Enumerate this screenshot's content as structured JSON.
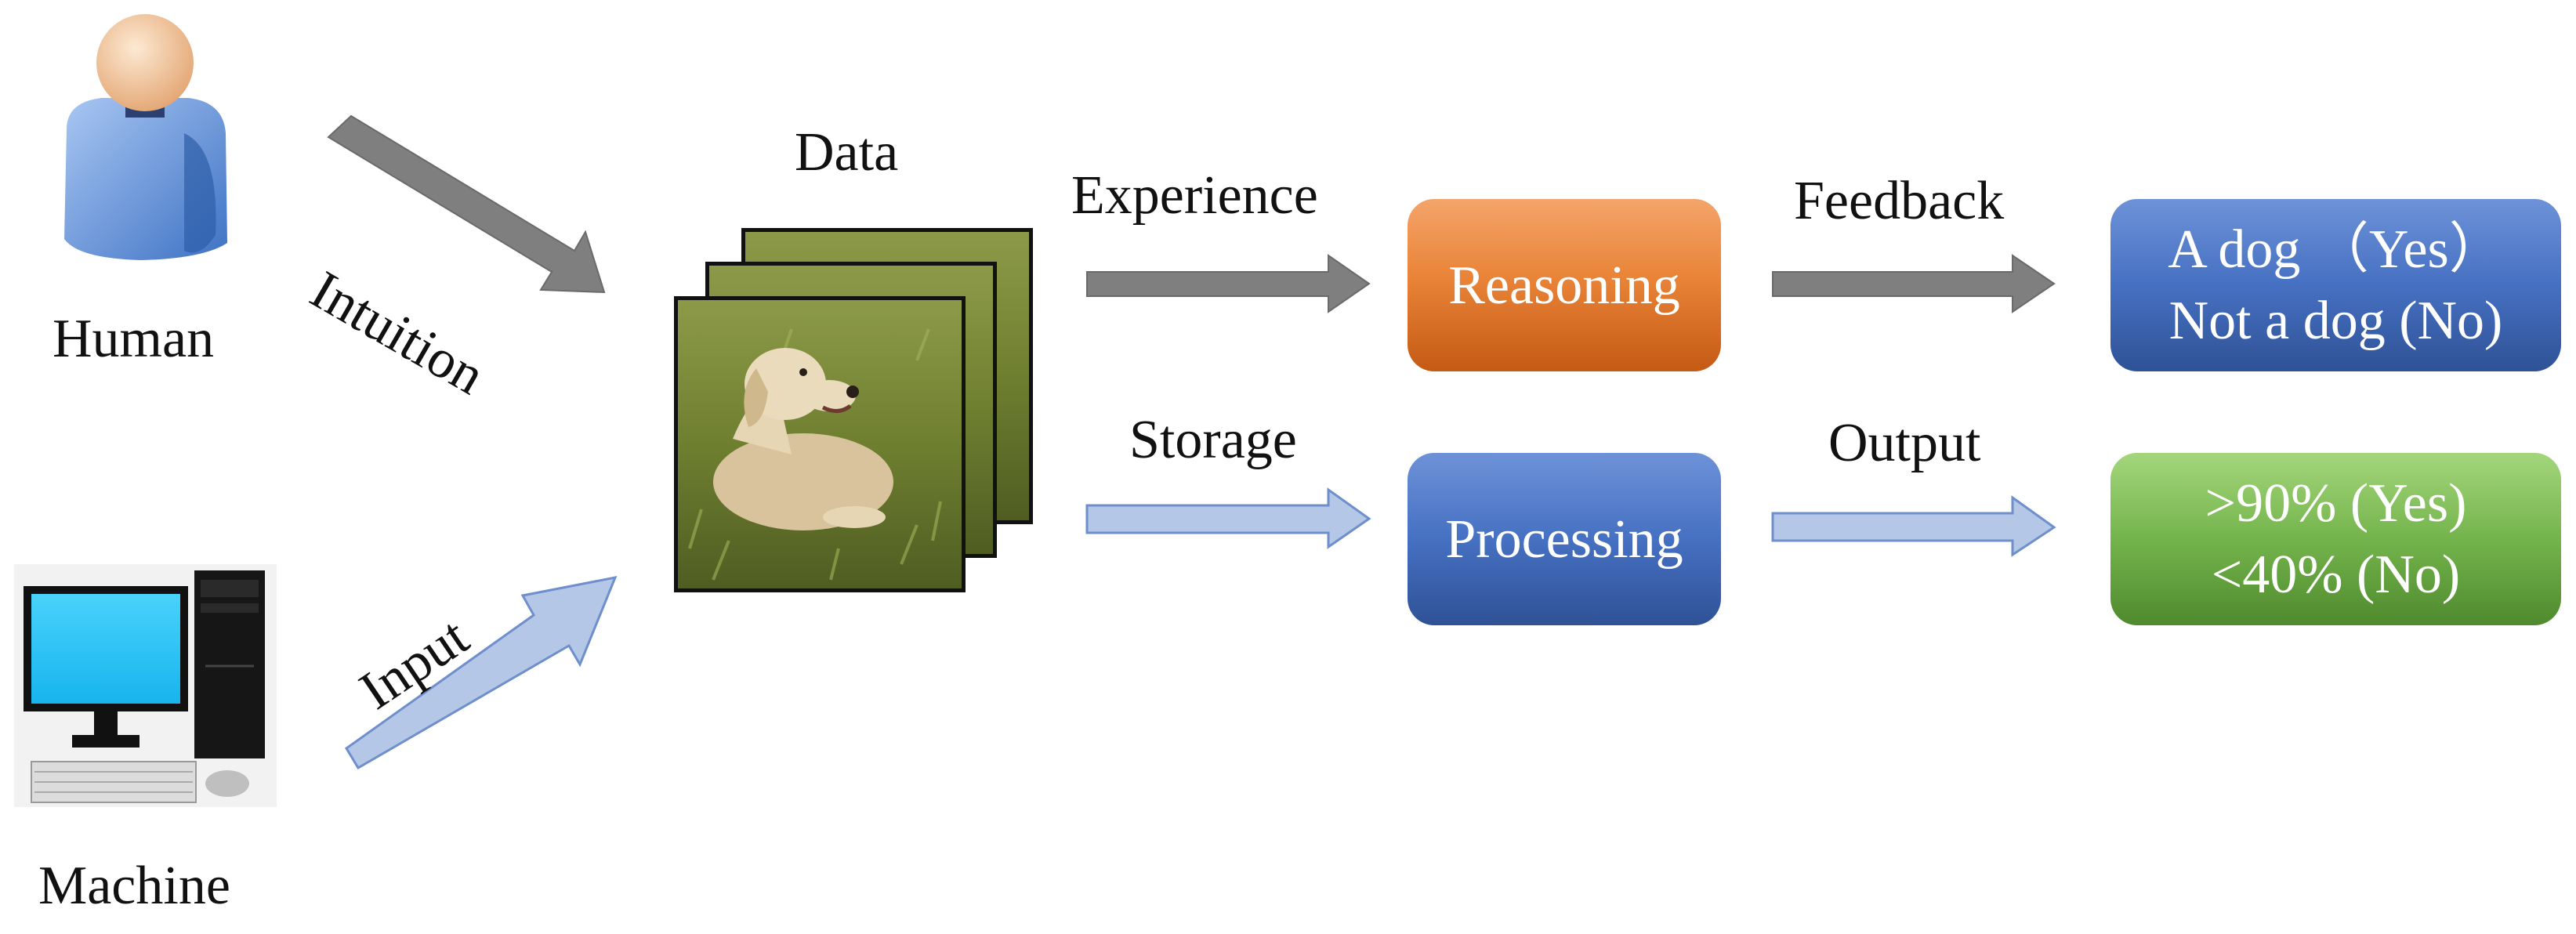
{
  "actors": {
    "human_label": "Human",
    "machine_label": "Machine"
  },
  "arrows": {
    "intuition": "Intuition",
    "input": "Input",
    "experience": "Experience",
    "storage": "Storage",
    "feedback": "Feedback",
    "output": "Output"
  },
  "data_label": "Data",
  "process": {
    "reasoning": "Reasoning",
    "processing": "Processing"
  },
  "results": {
    "human_yes": "A dog （Yes）",
    "human_no": "Not a dog (No)",
    "machine_yes": ">90% (Yes)",
    "machine_no": "<40% (No)"
  },
  "colors": {
    "gray_arrow": "#7f7f7f",
    "blue_arrow": "#b4c7e7",
    "orange": "#e98438",
    "blue": "#4670c2",
    "green": "#74b44c"
  }
}
